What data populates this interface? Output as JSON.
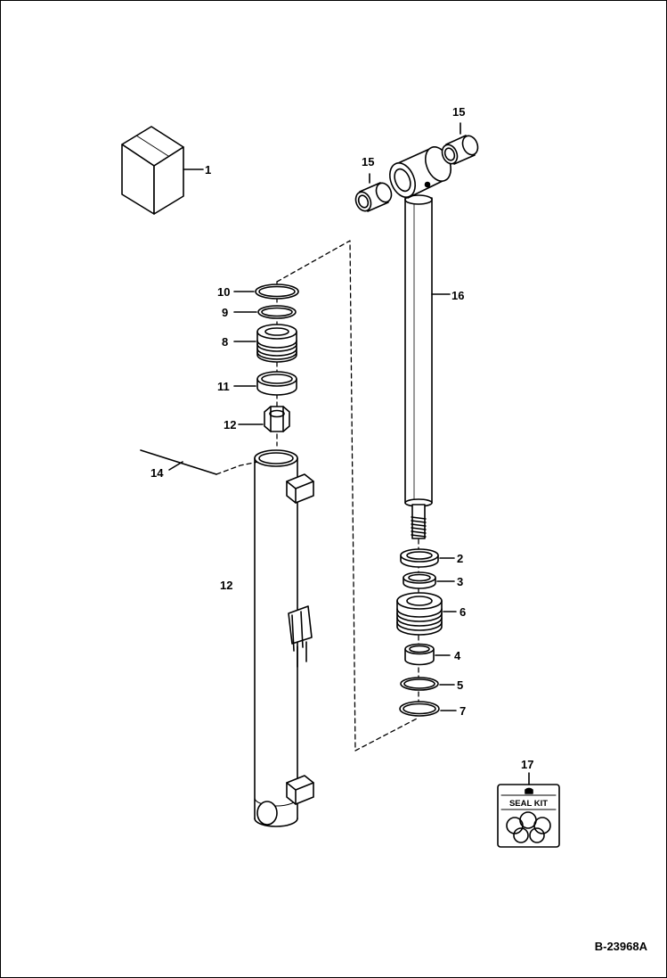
{
  "drawing_number": "B-23968A",
  "seal_kit_label": "SEAL KIT",
  "callouts": [
    {
      "id": "c1",
      "label": "1"
    },
    {
      "id": "c2",
      "label": "2"
    },
    {
      "id": "c3",
      "label": "3"
    },
    {
      "id": "c4",
      "label": "4"
    },
    {
      "id": "c5",
      "label": "5"
    },
    {
      "id": "c6",
      "label": "6"
    },
    {
      "id": "c7",
      "label": "7"
    },
    {
      "id": "c8",
      "label": "8"
    },
    {
      "id": "c9",
      "label": "9"
    },
    {
      "id": "c10",
      "label": "10"
    },
    {
      "id": "c11",
      "label": "11"
    },
    {
      "id": "c12a",
      "label": "12"
    },
    {
      "id": "c12b",
      "label": "12"
    },
    {
      "id": "c14",
      "label": "14"
    },
    {
      "id": "c15a",
      "label": "15"
    },
    {
      "id": "c15b",
      "label": "15"
    },
    {
      "id": "c16",
      "label": "16"
    },
    {
      "id": "c17",
      "label": "17"
    }
  ]
}
